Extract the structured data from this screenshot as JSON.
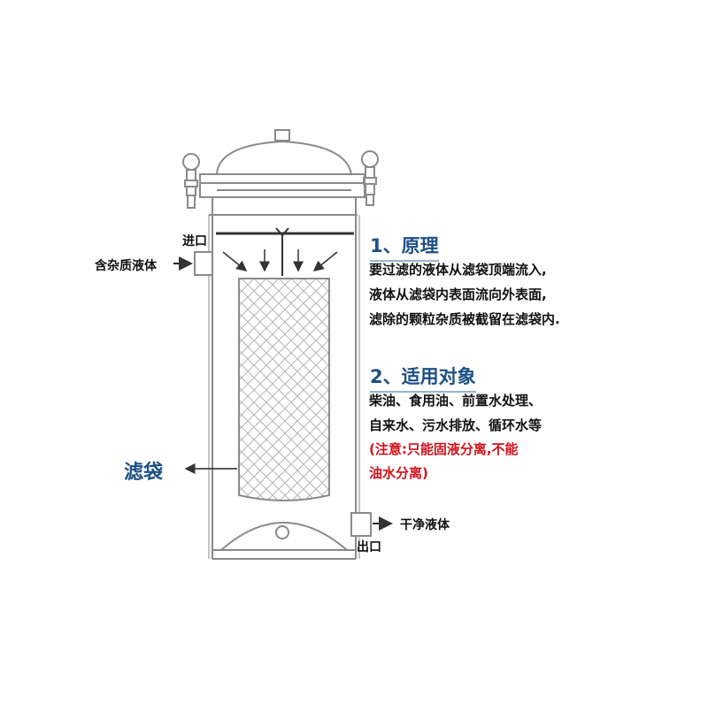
{
  "diagram": {
    "labels": {
      "inlet": "进口",
      "inlet_fluid": "含杂质液体",
      "outlet": "出口",
      "outlet_fluid": "干净液体",
      "filter_bag": "滤袋"
    },
    "principle": {
      "heading": "1、原理",
      "lines": [
        "要过滤的液体从滤袋顶端流入,",
        "液体从滤袋内表面流向外表面,",
        "滤除的颗粒杂质被截留在滤袋内."
      ]
    },
    "applications": {
      "heading": "2、适用对象",
      "lines": [
        "柴油、食用油、前置水处理、",
        "自来水、污水排放、循环水等"
      ],
      "note_lines": [
        "(注意:只能固液分离,不能",
        "油水分离)"
      ]
    },
    "colors": {
      "heading": "#1d4f86",
      "body_text": "#111111",
      "note": "#d0121b",
      "outline": "#8a8a8a",
      "mesh": "#b5b5b5"
    }
  }
}
